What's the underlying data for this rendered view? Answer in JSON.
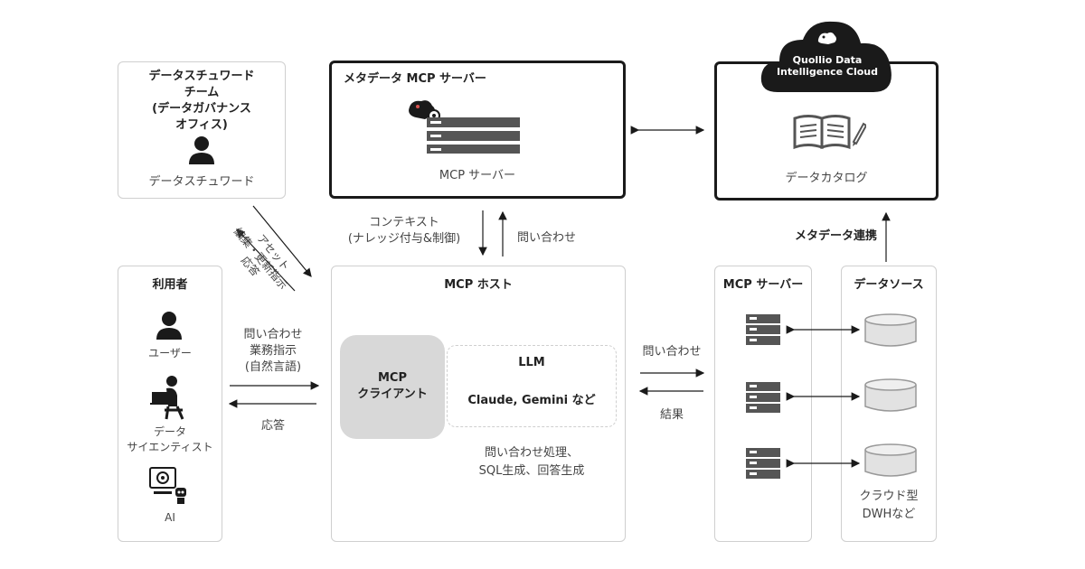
{
  "steward": {
    "title_lines": [
      "データスチュワード",
      "チーム",
      "(データガバナンス",
      "オフィス)"
    ],
    "person_label": "データスチュワード"
  },
  "steward_arrow_labels": {
    "down_lines": [
      "アセット",
      "編集・更新指示"
    ],
    "up_label": "応答"
  },
  "metadata_server": {
    "title": "メタデータ MCP サーバー",
    "server_label": "MCP サーバー"
  },
  "catalog": {
    "cloud_lines": [
      "Quollio Data",
      "Intelligence Cloud"
    ],
    "label": "データカタログ"
  },
  "host_arrows": {
    "context_lines": [
      "コンテキスト",
      "(ナレッジ付与&制御)"
    ],
    "inquiry": "問い合わせ"
  },
  "metadata_link": "メタデータ連携",
  "users": {
    "title": "利用者",
    "items": [
      {
        "label": "ユーザー",
        "icon": "person-icon"
      },
      {
        "label_lines": [
          "データ",
          "サイエンティスト"
        ],
        "icon": "data-scientist-icon"
      },
      {
        "label": "AI",
        "icon": "ai-robot-icon"
      }
    ]
  },
  "user_arrows": {
    "request_lines": [
      "問い合わせ",
      "業務指示",
      "(自然言語)"
    ],
    "response": "応答"
  },
  "mcp_host": {
    "title": "MCP ホスト",
    "client_lines": [
      "MCP",
      "クライアント"
    ],
    "llm_title": "LLM",
    "llm_models": "Claude, Gemini など",
    "process_lines": [
      "問い合わせ処理、",
      "SQL生成、回答生成"
    ]
  },
  "host_server_arrows": {
    "inquiry": "問い合わせ",
    "result": "結果"
  },
  "mcp_servers": {
    "title": "MCP サーバー",
    "count": 3
  },
  "data_sources": {
    "title": "データソース",
    "dwh_lines": [
      "クラウド型",
      "DWHなど"
    ]
  }
}
